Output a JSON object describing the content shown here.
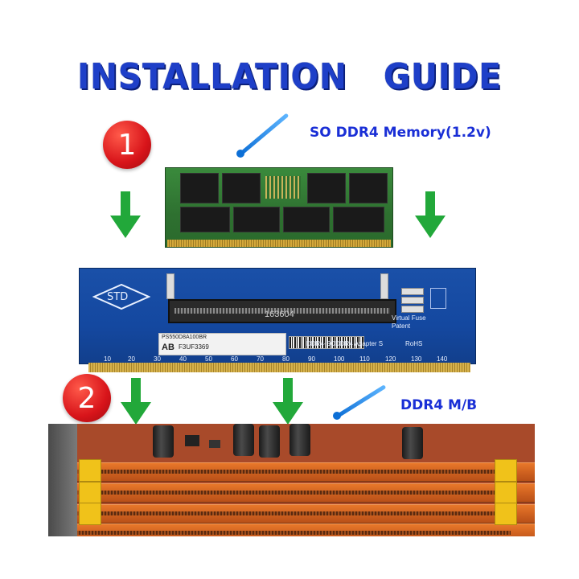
{
  "title": "INSTALLATION   GUIDE",
  "steps": [
    {
      "number": "1",
      "label": "SO DDR4 Memory(1.2v)"
    },
    {
      "number": "2",
      "label": "DDR4 M/B"
    }
  ],
  "adapter": {
    "logo_text": "STD",
    "slot_number": "163604",
    "sticker_line1": "PS550D8A100BR",
    "sticker_code": "AB",
    "sticker_line2": "F3UF3369",
    "board_text": "DDR4-SODDR4 Adapter S",
    "rohs": "RoHS",
    "fuse_line1": "Virtual Fuse",
    "fuse_line2": "Patent",
    "scale_ticks": [
      "10",
      "20",
      "30",
      "40",
      "50",
      "60",
      "70",
      "80",
      "90",
      "100",
      "110",
      "120",
      "130",
      "140"
    ]
  },
  "colors": {
    "title": "#1e3fc8",
    "badge": "#d8141a",
    "arrow": "#22a83a",
    "adapter_pcb": "#1448a0",
    "memory_pcb": "#2e7030",
    "dimm_slot": "#d06220",
    "latch": "#f0c21a"
  },
  "icons": {
    "arrow": "down-arrow-icon",
    "pointer": "pointer-line-icon"
  }
}
